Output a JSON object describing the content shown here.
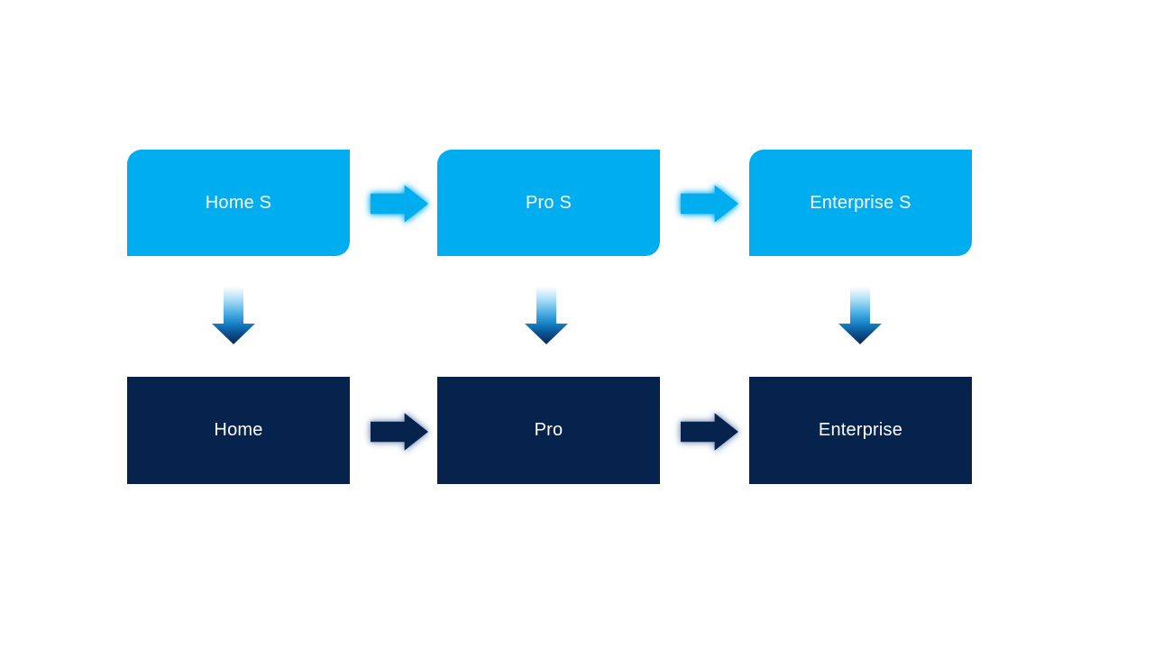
{
  "diagram": {
    "title": "edition-upgrade-flow",
    "background_color": "#FFFFFF",
    "colors": {
      "top_box_fill": "#00AEEF",
      "bottom_box_fill": "#06234D",
      "label_text": "#FFFFFF",
      "top_arrow_fill": "#00AEEF",
      "top_arrow_glow": "#7FD6F7",
      "bottom_arrow_fill": "#06234D",
      "bottom_arrow_glow": "#8098BE",
      "down_arrow_gradient": [
        "#FEFEFF",
        "#B5E2F7",
        "#4FB0E5",
        "#1480C4",
        "#0C4D8C",
        "#08294F"
      ]
    },
    "top_row": [
      {
        "label": "Home S"
      },
      {
        "label": "Pro S"
      },
      {
        "label": "Enterprise S"
      }
    ],
    "bottom_row": [
      {
        "label": "Home"
      },
      {
        "label": "Pro"
      },
      {
        "label": "Enterprise"
      }
    ],
    "connectors": {
      "top_right_arrows": 2,
      "bottom_right_arrows": 2,
      "down_arrows": 3
    }
  }
}
